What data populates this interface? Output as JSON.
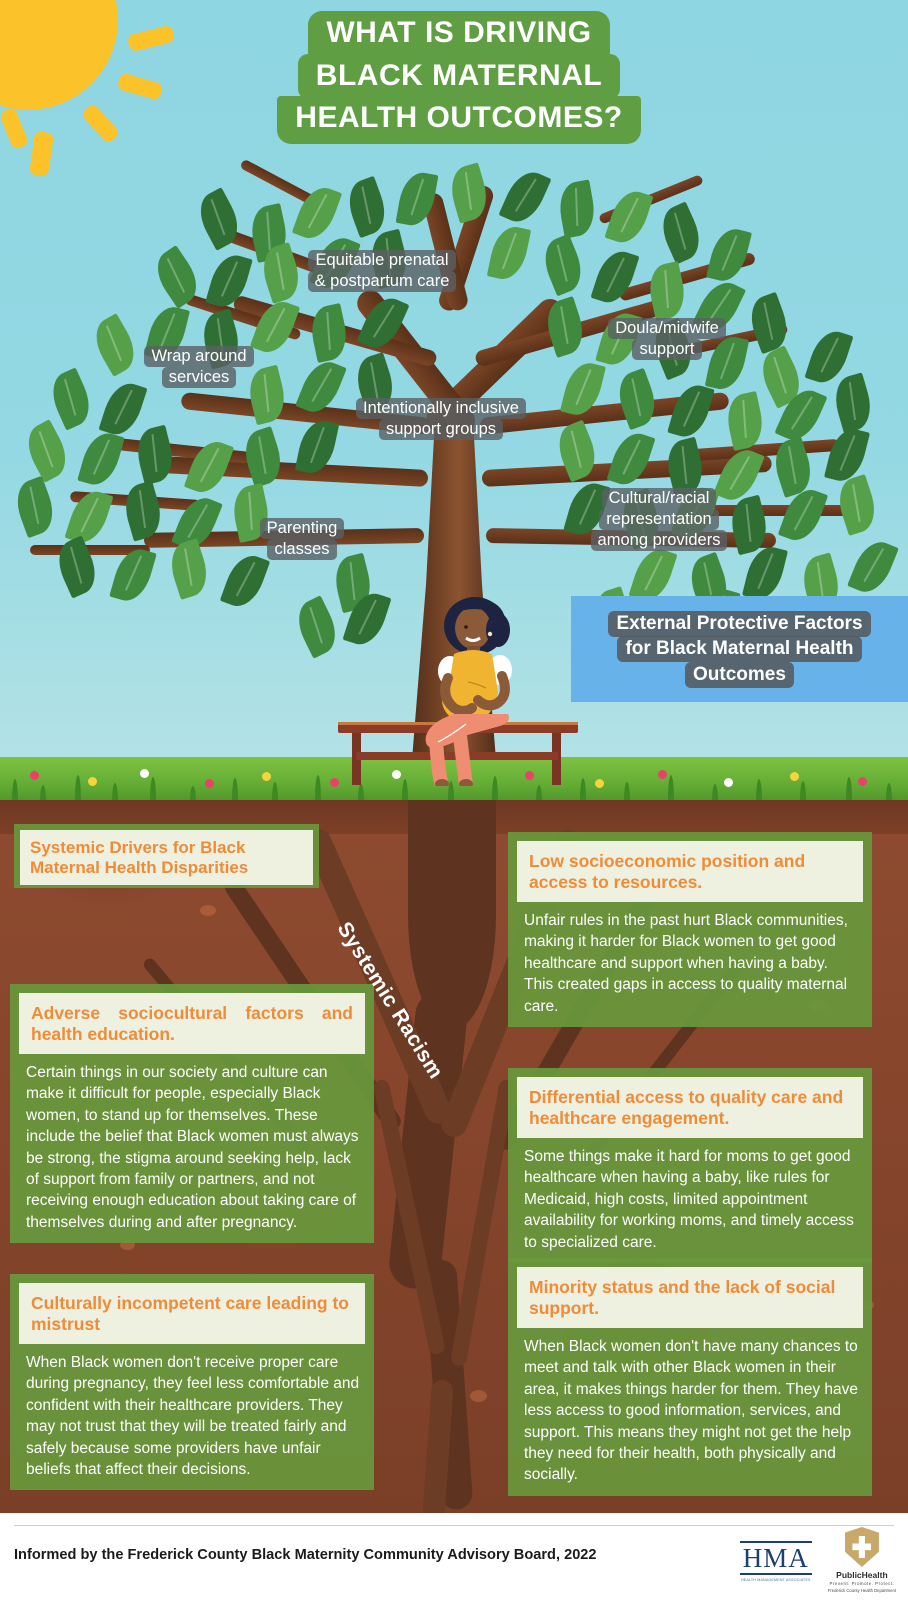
{
  "title": {
    "line1": "WHAT IS DRIVING",
    "line2": "BLACK MATERNAL",
    "line3": "HEALTH OUTCOMES?"
  },
  "colors": {
    "sky": "#8ed6e2",
    "sun": "#fcc22a",
    "title_green": "#5f9e42",
    "leaf_green": "#3f8a3f",
    "soil_brown": "#8c4a2f",
    "card_green": "#68983c",
    "card_header_cream": "#eef0e0",
    "accent_orange": "#ee8c38",
    "callout_blue": "#67b2e8",
    "label_grey": "#5a6064",
    "logo_navy": "#1d3f73"
  },
  "tree_labels": [
    {
      "id": "equitable-care",
      "lines": [
        "Equitable prenatal",
        "& postpartum care"
      ]
    },
    {
      "id": "doula-midwife",
      "lines": [
        "Doula/midwife",
        "support"
      ]
    },
    {
      "id": "wrap-around",
      "lines": [
        "Wrap around",
        "services"
      ]
    },
    {
      "id": "inclusive-groups",
      "lines": [
        "Intentionally inclusive",
        "support groups"
      ]
    },
    {
      "id": "parenting-classes",
      "lines": [
        "Parenting",
        "classes"
      ]
    },
    {
      "id": "cultural-representation",
      "lines": [
        "Cultural/racial",
        "representation",
        "among providers"
      ]
    }
  ],
  "callout": {
    "lines": [
      "External Protective Factors",
      "for Black Maternal Health",
      "Outcomes"
    ]
  },
  "section_header": {
    "lines": [
      "Systemic Drivers for Black",
      "Maternal Health Disparities"
    ]
  },
  "root_label": "Systemic Racism",
  "cards": [
    {
      "id": "low-socioeconomic",
      "heading": "Low socioeconomic position and access to resources.",
      "body": "Unfair rules in the past hurt Black communities, making it harder for Black women to get good healthcare and support when having a baby. This created gaps in access to quality maternal care."
    },
    {
      "id": "adverse-sociocultural",
      "heading": "Adverse sociocultural factors and health education.",
      "body": "Certain things in our society and culture can make it difficult for people, especially Black women, to stand up for themselves. These include the belief that Black women must always be strong, the stigma around seeking help, lack of support from family or partners, and not receiving enough education about taking care of themselves during and after pregnancy."
    },
    {
      "id": "differential-access",
      "heading": "Differential access to quality care and healthcare engagement.",
      "body": "Some things make it hard for moms to get good healthcare when having a baby, like rules for Medicaid, high costs, limited appointment availability for working moms, and timely access to specialized care."
    },
    {
      "id": "culturally-incompetent",
      "heading": "Culturally incompetent care leading to mistrust",
      "body": "When Black women don't receive proper care during pregnancy, they feel less comfortable and confident with their healthcare providers. They may not trust that they will be treated fairly and safely because some providers have unfair beliefs that affect their decisions."
    },
    {
      "id": "minority-status",
      "heading": "Minority status and the lack of social support.",
      "body": "When Black women don't have many chances to meet and talk with other Black women in their area, it makes things harder for them. They have less access to good information, services, and support. This means they might not get the help they need for their health, both physically and socially."
    }
  ],
  "footer": {
    "credit": "Informed by the Frederick County Black Maternity Community Advisory Board, 2022",
    "logos": {
      "hma": {
        "mark": "HMA",
        "subtitle": "HEALTH MANAGEMENT ASSOCIATES"
      },
      "public_health": {
        "title": "PublicHealth",
        "subtitle": "Prevent. Promote. Protect.",
        "org": "Frederick County Health Department"
      }
    }
  },
  "illustration": {
    "sun": "sun-icon",
    "tree": "tree-illustration",
    "woman": "pregnant-woman-illustration",
    "bench": "park-bench-illustration",
    "roots": "tree-roots-illustration"
  }
}
